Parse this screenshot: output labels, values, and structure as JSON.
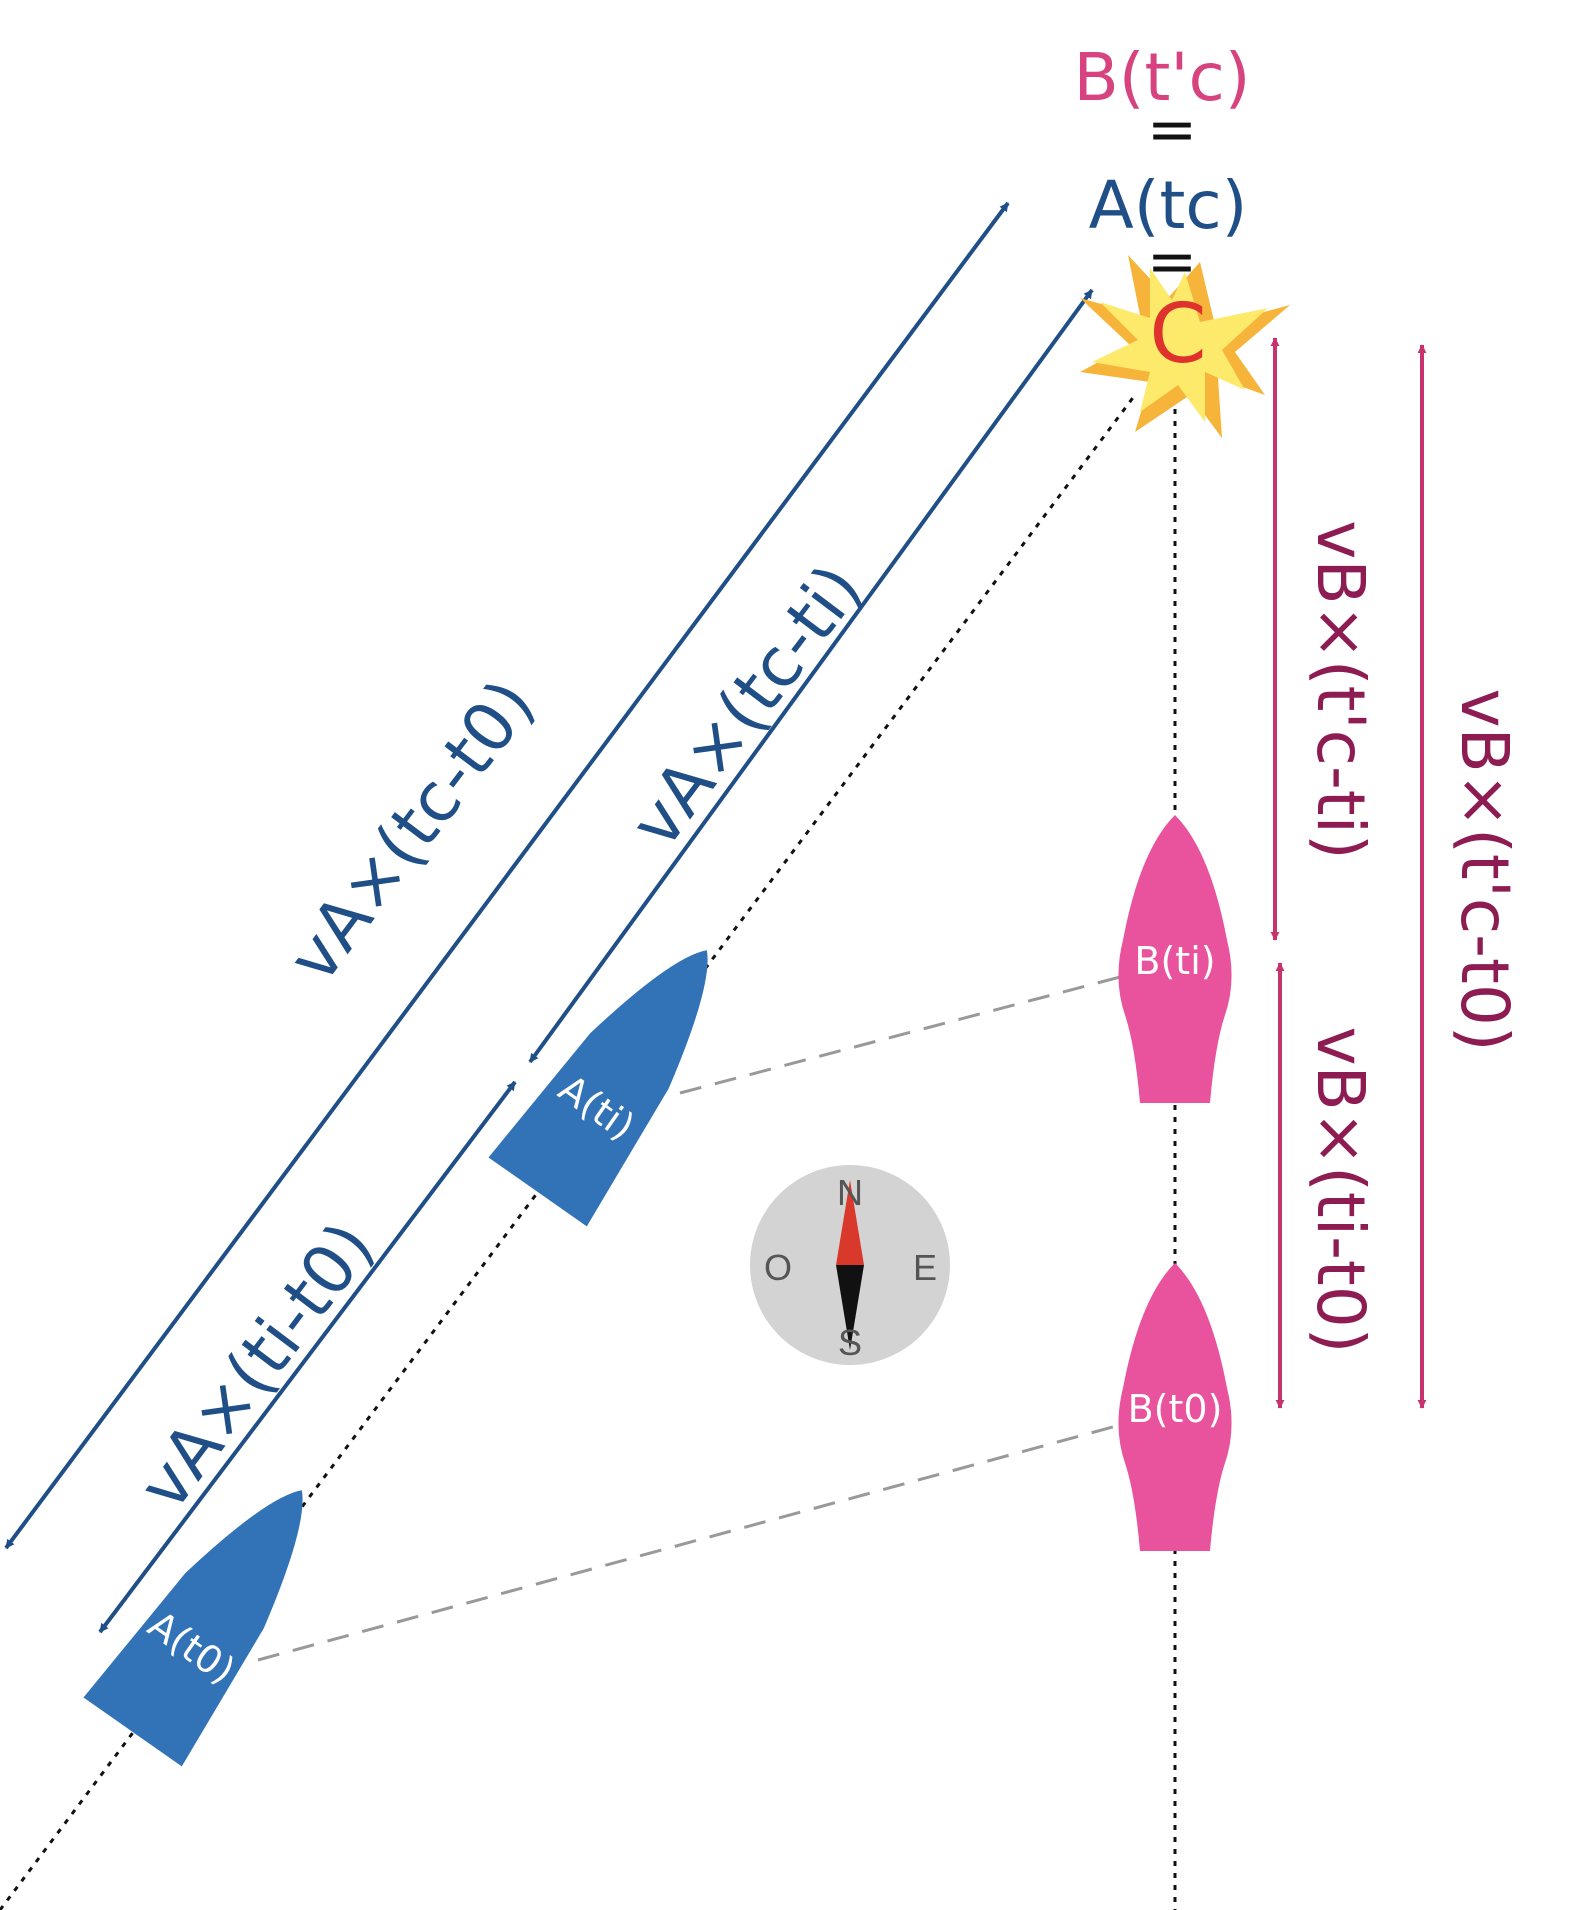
{
  "labels": {
    "b_tc_prime": "B(t'c)",
    "equals_1": "=",
    "a_tc": "A(tc)",
    "equals_2": "=",
    "collision": "C",
    "a_t0": "A(t0)",
    "a_ti": "A(ti)",
    "b_t0": "B(t0)",
    "b_ti": "B(ti)"
  },
  "distances": {
    "va_tc_t0": "vA×(tc-t0)",
    "va_tc_ti": "vA×(tc-ti)",
    "va_ti_t0": "vA×(ti-t0)",
    "vb_tcp_ti": "vB×(t'c-ti)",
    "vb_ti_t0": "vB×(ti-t0)",
    "vb_tcp_t0": "vB×(t'c-t0)"
  },
  "compass": {
    "north": "N",
    "south": "S",
    "east": "E",
    "west": "O"
  },
  "colors": {
    "boat_a": "#3272b6",
    "boat_b": "#e9529c",
    "arrow_a": "#1f4f86",
    "arrow_b": "#c7336f",
    "text_b": "#8d1c53",
    "collision_text": "#e0322c",
    "star_inner": "#fde96a",
    "star_outer": "#f6b43a",
    "compass_bg": "#d3d3d3",
    "needle_north": "#d9392a",
    "needle_south": "#111111"
  }
}
